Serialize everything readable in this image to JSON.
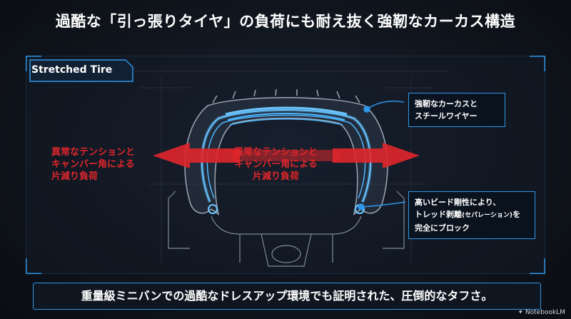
{
  "title": "過酷な「引っ張りタイヤ」の負荷にも耐え抜く強靭なカーカス構造",
  "panel_tag": "Stretched Tire",
  "left_label": [
    "異常なテンションと",
    "キャンバー角による",
    "片減り負荷"
  ],
  "center_label": [
    "異常なテンションと",
    "キャンバー角による",
    "片減り負荷"
  ],
  "callout_top": [
    "強靭なカーカスと",
    "スチールワイヤー"
  ],
  "callout_bottom": {
    "line1": "高いビード剛性により、",
    "line2_main": "トレッド剥離",
    "line2_small": "(セパレーション)",
    "line2_end": "を",
    "line3": "完全にブロック"
  },
  "bottom_banner": "重量級ミニバンでの過酷なドレスアップ環境でも証明された、圧倒的なタフさ。",
  "watermark": "NotebookLM",
  "colors": {
    "accent_blue": "#2f96e8",
    "glow_blue": "#4fb7ff",
    "arrow_red": "#e0262b",
    "background": "#0d1118"
  }
}
